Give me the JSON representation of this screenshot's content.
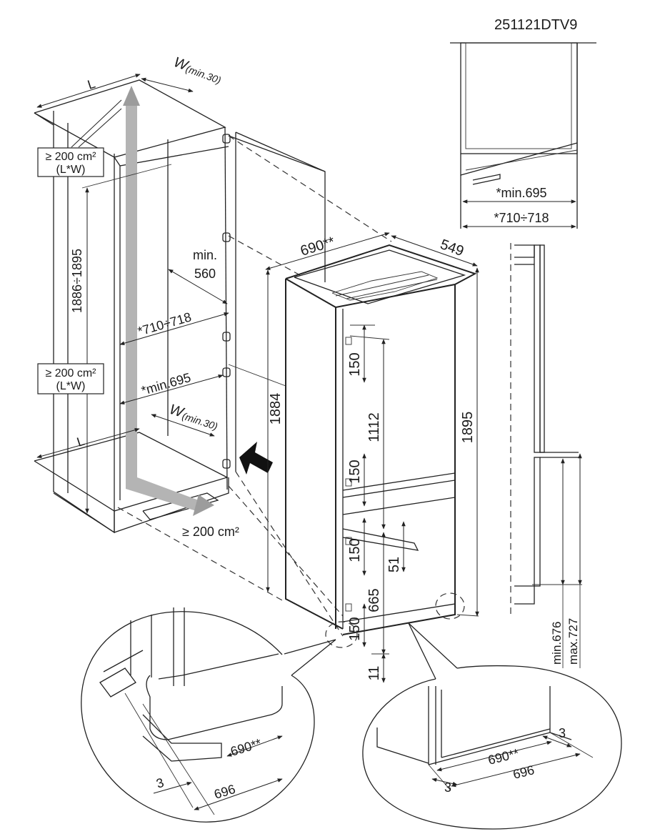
{
  "model_code": "251121DTV9",
  "niche": {
    "length_label": "L",
    "width_label_top": "W",
    "width_label_top_sub": "(min.30)",
    "width_label_bottom": "W",
    "width_label_bottom_sub": "(min.30)",
    "length_label_bottom": "L",
    "vent_top_line1": "≥ 200 cm²",
    "vent_top_line2": "(L*W)",
    "vent_mid_line1": "≥ 200 cm²",
    "vent_mid_line2": "(L*W)",
    "vent_bottom": "≥ 200 cm²",
    "height_range": "1886÷1895",
    "depth_min_line1": "min.",
    "depth_min_line2": "560",
    "depth_710_718": "*710÷718",
    "depth_min695": "*min.695"
  },
  "appliance": {
    "width": "690**",
    "depth": "549",
    "total_height": "1895",
    "body_height": "1884",
    "dim_150_a": "150",
    "dim_1112": "1112",
    "dim_150_b": "150",
    "dim_150_c": "150",
    "dim_51": "51",
    "dim_665": "665",
    "dim_150_d": "150",
    "dim_11": "11"
  },
  "top_detail": {
    "min695": "*min.695",
    "range_710_718": "*710÷718"
  },
  "side_detail": {
    "min676": "min.676",
    "max727": "max.727"
  },
  "left_zoom": {
    "dim_690": "690**",
    "dim_3": "3",
    "dim_696": "696"
  },
  "right_zoom": {
    "dim_3_top": "3",
    "dim_690": "690**",
    "dim_696": "696",
    "dim_3_bottom": "3"
  }
}
